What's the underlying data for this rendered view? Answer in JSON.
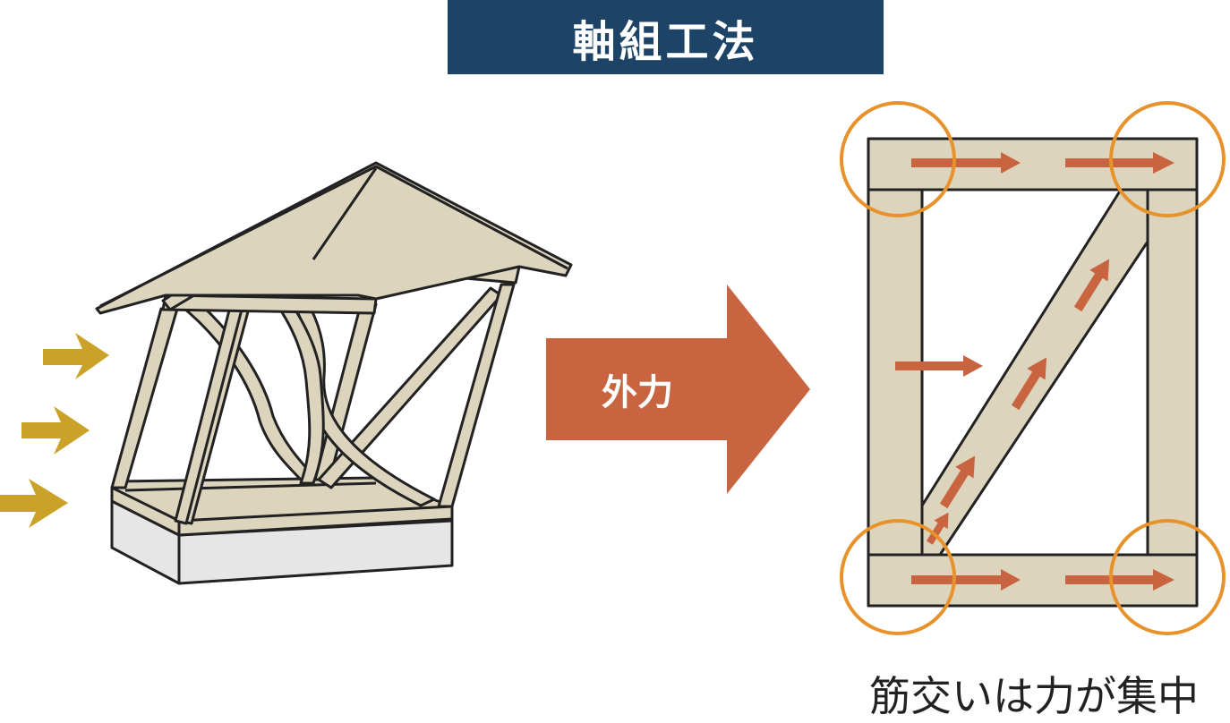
{
  "title": "軸組工法",
  "force_label": "外力",
  "caption": "筋交いは力が集中",
  "colors": {
    "banner": "#1d4466",
    "timber": "#dcd4bd",
    "outline": "#222222",
    "force_arrow": "#c8643f",
    "wind_arrow": "#c9a227",
    "highlight_circle": "#e8922c",
    "foundation": "#e6e6e6"
  },
  "icons": {
    "wind": "wind-arrow-icon",
    "force": "force-arrow-icon",
    "stress": "stress-arrow-icon",
    "joint": "joint-circle-icon"
  }
}
